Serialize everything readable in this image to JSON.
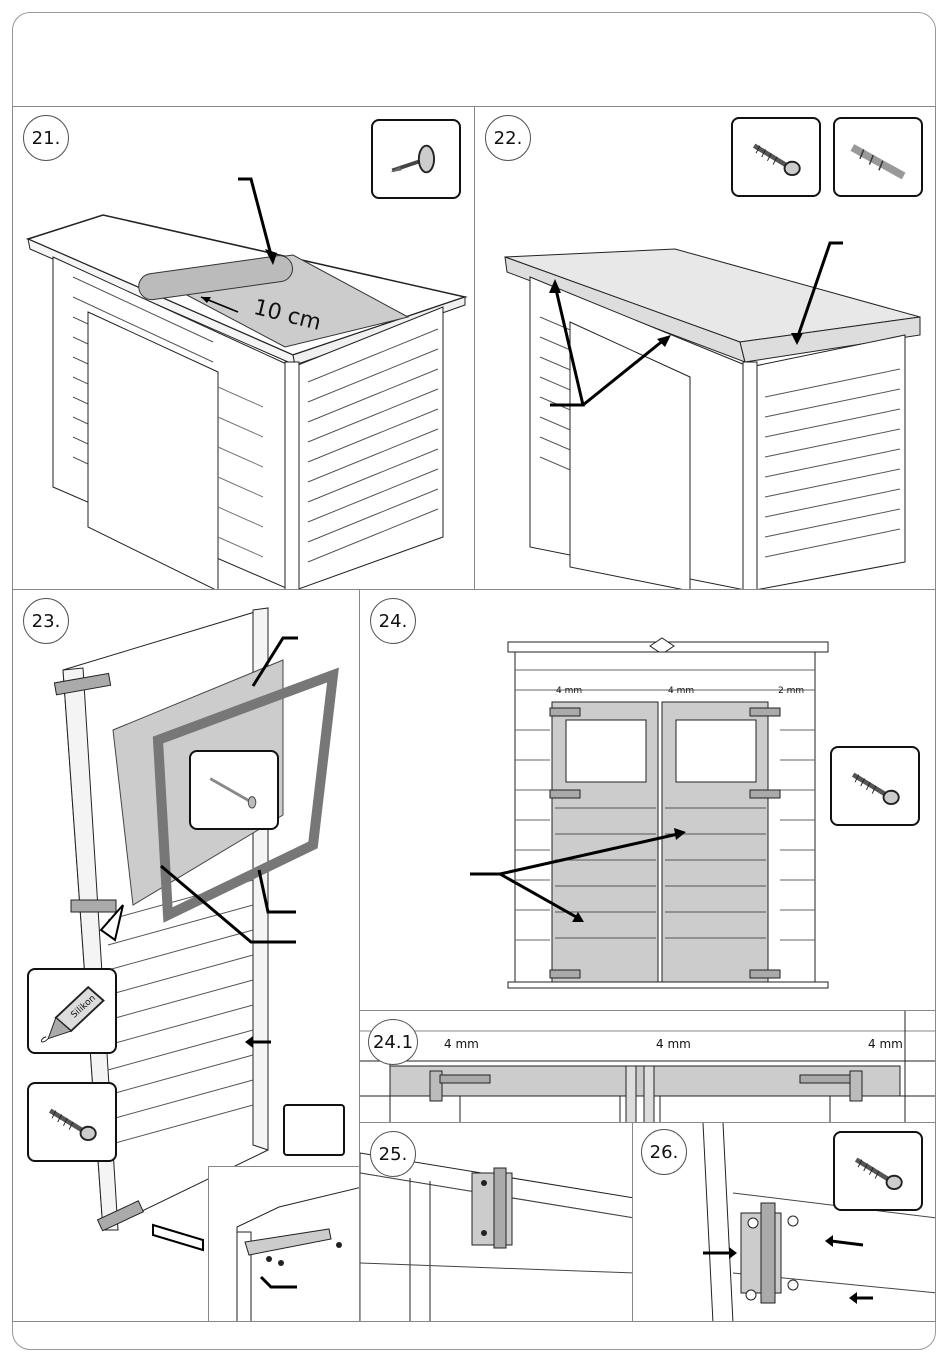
{
  "steps": {
    "s21": "21.",
    "s22": "22.",
    "s23": "23.",
    "s24": "24.",
    "s24_1": "24.1",
    "s25": "25.",
    "s26": "26."
  },
  "labels": {
    "overlap": "10 cm",
    "gap_left": "4 mm",
    "gap_mid": "4 mm",
    "gap_right": "2 mm",
    "gap_detail_left": "4 mm",
    "gap_detail_mid": "4 mm",
    "gap_detail_right": "4 mm",
    "silicone": "Silikon"
  },
  "icons": [
    "roofing-nail-icon",
    "screw-icon",
    "drill-bit-icon",
    "nail-icon",
    "silicone-tube-icon"
  ]
}
